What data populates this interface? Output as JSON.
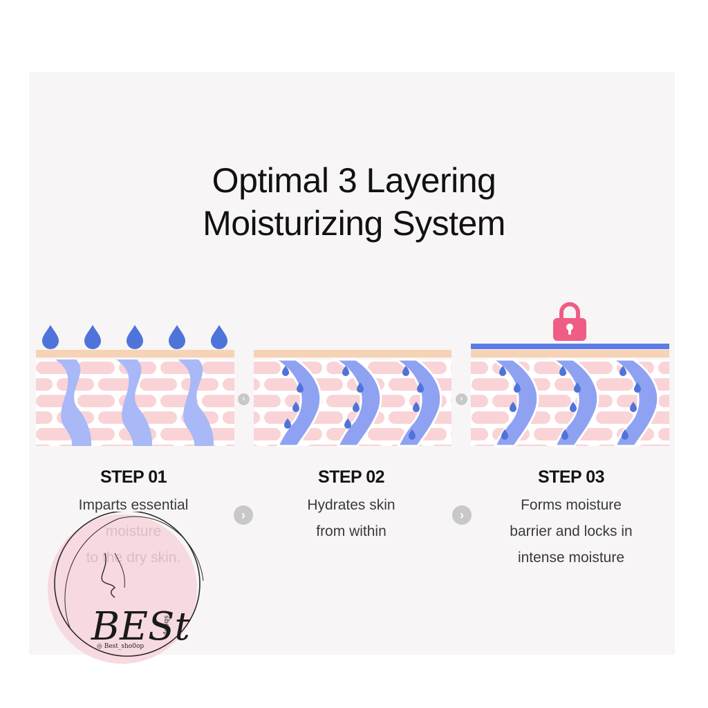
{
  "title": {
    "line1": "Optimal 3 Layering",
    "line2": "Moisturizing System"
  },
  "steps": [
    {
      "label": "STEP 01",
      "desc": [
        "Imparts essential",
        "moisture",
        "to the dry skin."
      ]
    },
    {
      "label": "STEP 02",
      "desc": [
        "Hydrates skin",
        "from within"
      ]
    },
    {
      "label": "STEP 03",
      "desc": [
        "Forms moisture",
        "barrier and locks in",
        "intense moisture"
      ]
    }
  ],
  "arrows": {
    "glyph": "›"
  },
  "watermark": {
    "handle": "Best_sho0op",
    "logo_word": "BESt",
    "logo_sub": "shoop"
  },
  "colors": {
    "panel_bg": "#f7f5f6",
    "skin_top": "#f6d3b4",
    "skin_brick": "#f9d3d6",
    "channel_light": "#a9b8f6",
    "channel_fill": "#8fa2f2",
    "drop": "#4f74d9",
    "barrier": "#5d7ce6",
    "lock": "#ef5d85",
    "watermark_pink": "#f7d3dc"
  },
  "icons": [
    "water-drop-icon",
    "lock-icon",
    "chevron-right-icon"
  ]
}
